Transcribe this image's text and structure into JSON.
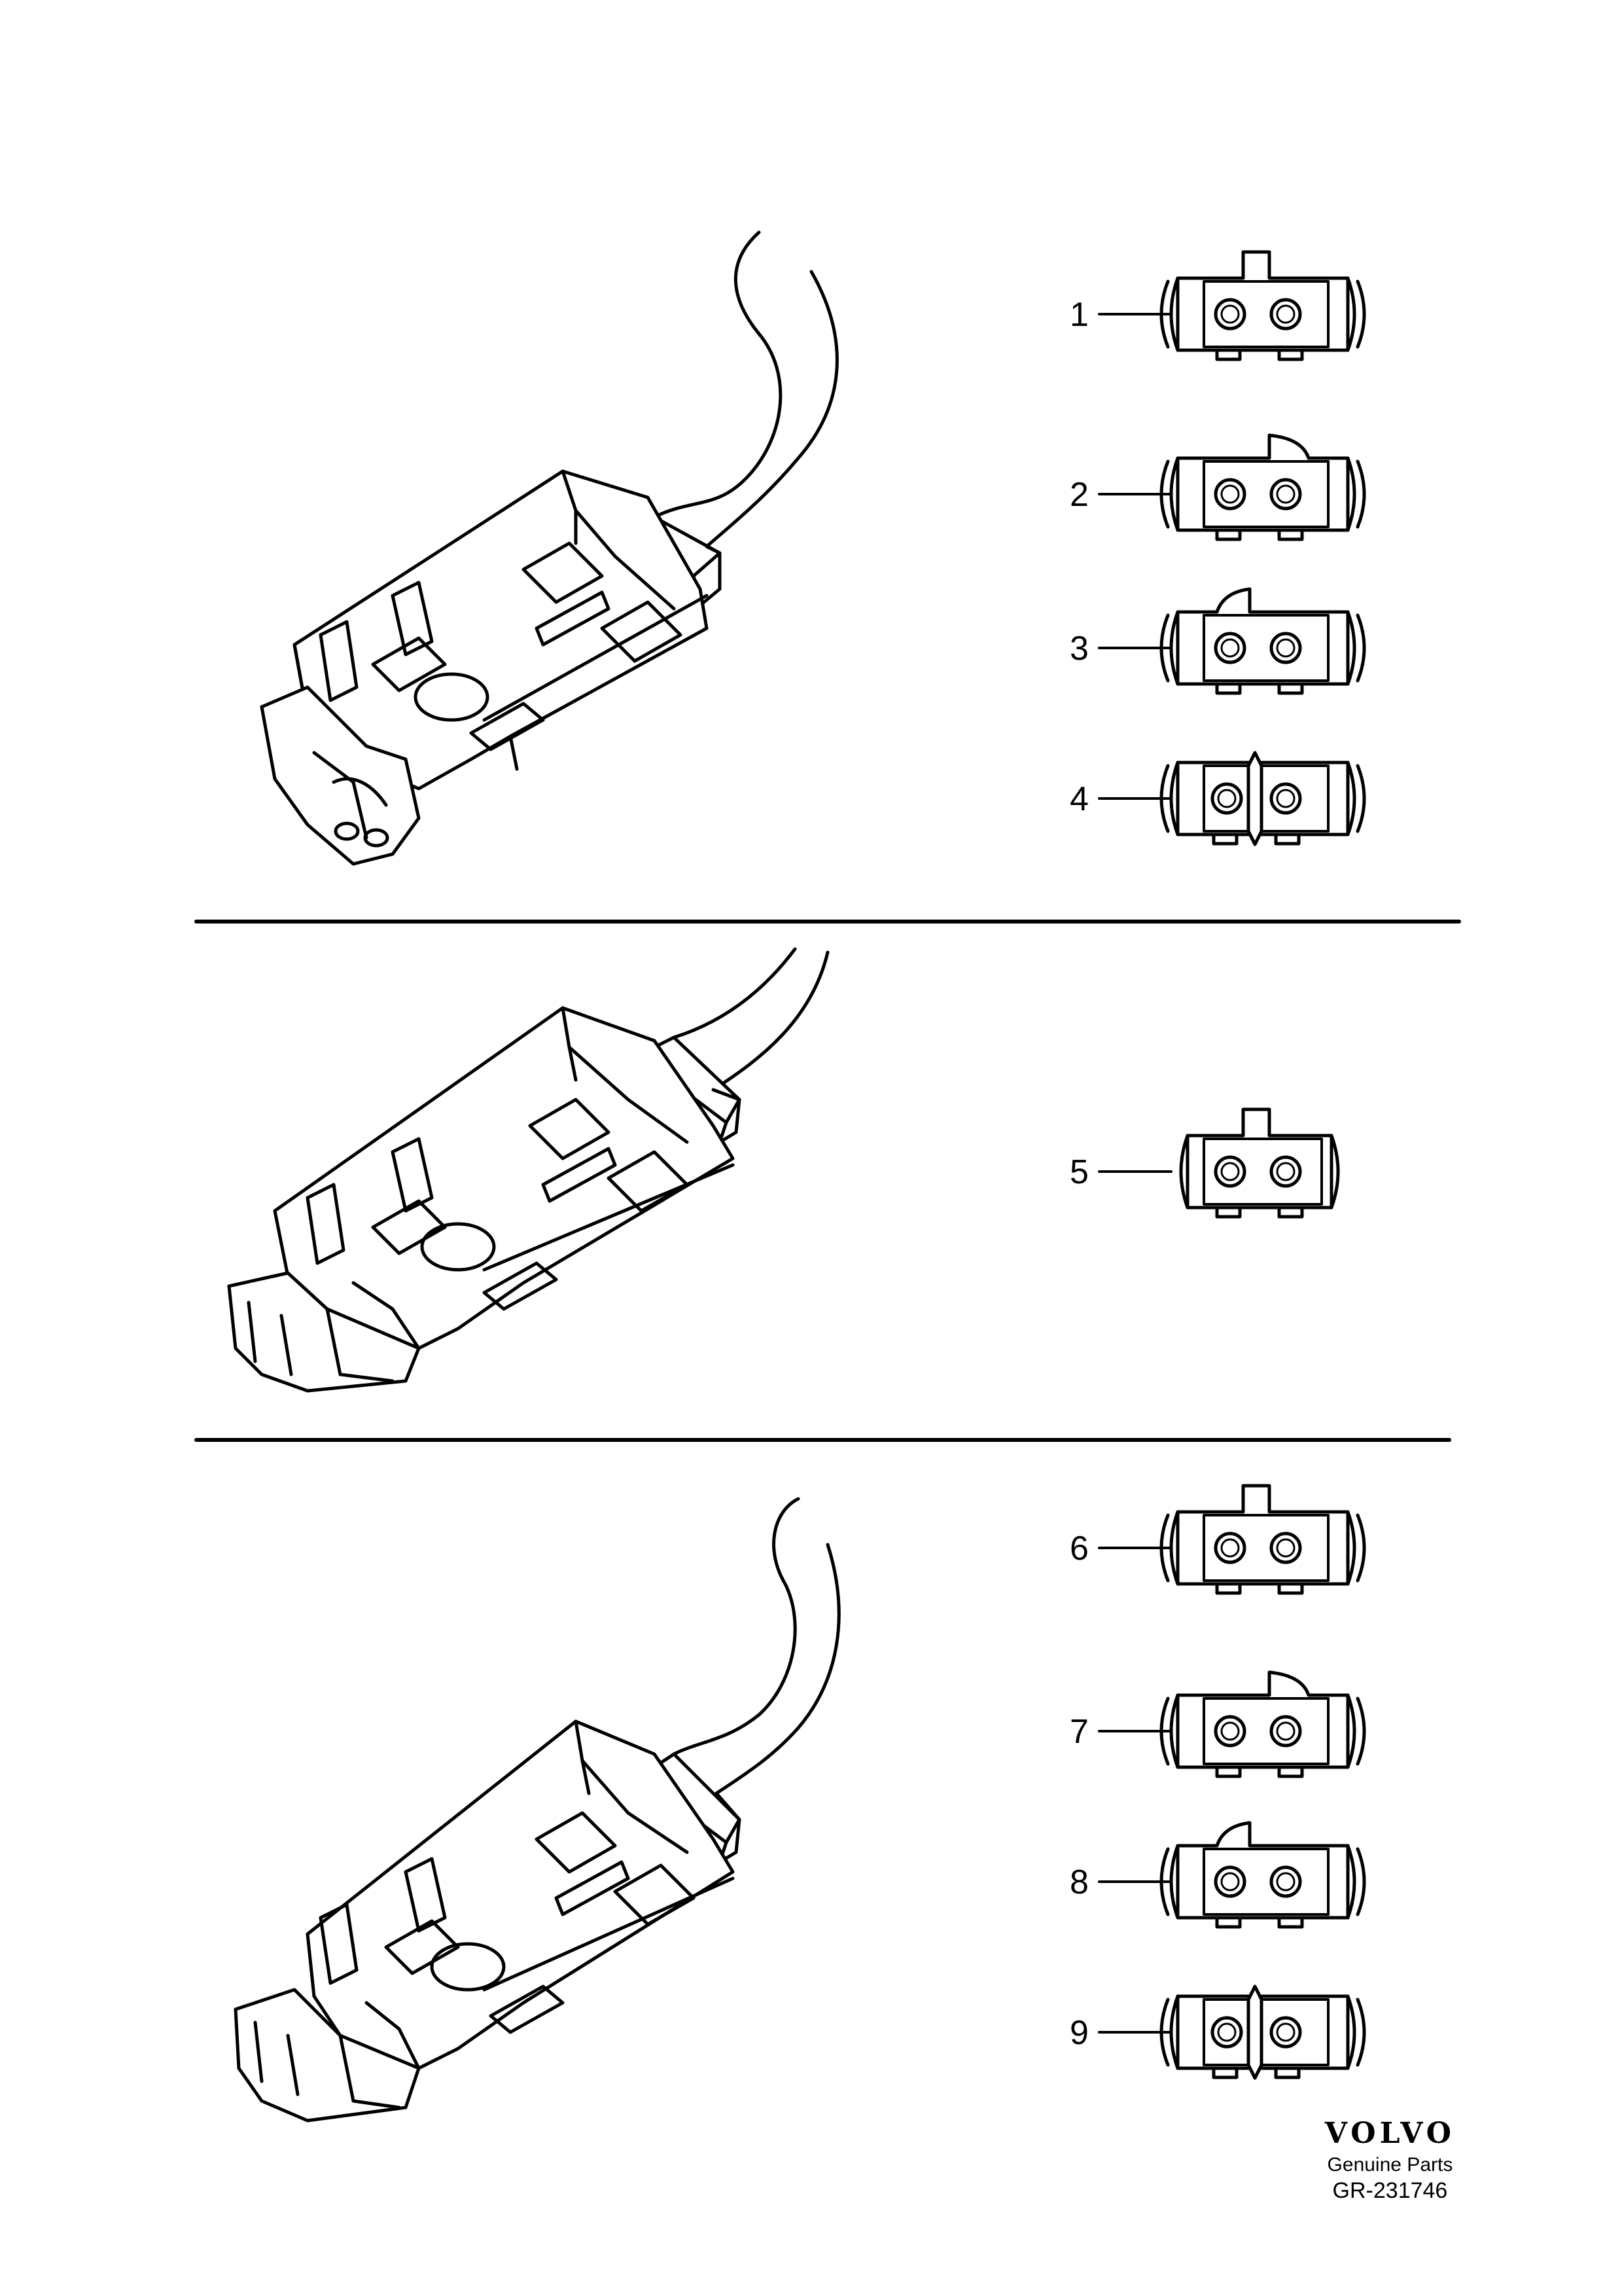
{
  "callouts": [
    "1",
    "2",
    "3",
    "4",
    "5",
    "6",
    "7",
    "8",
    "9"
  ],
  "brand": {
    "logo": "VOLVO",
    "tagline": "Genuine Parts",
    "ref": "GR-231746"
  }
}
